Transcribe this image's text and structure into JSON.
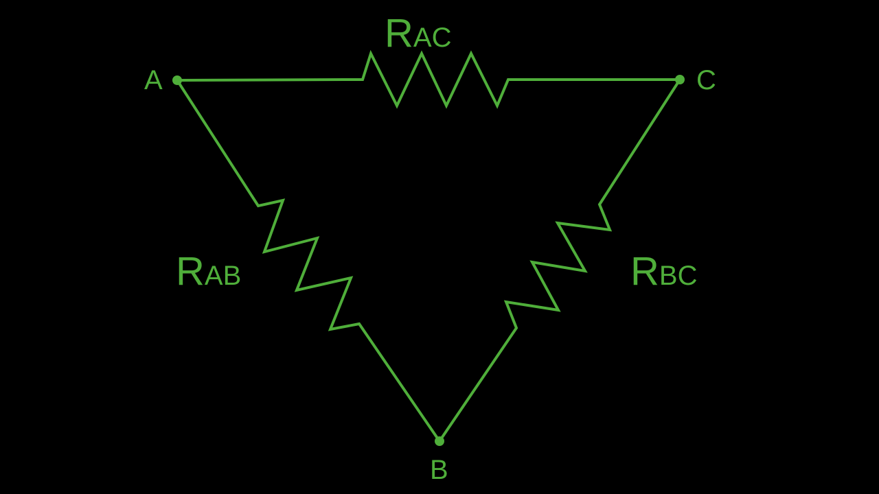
{
  "colors": {
    "background": "#000000",
    "stroke": "#4fae3a",
    "text": "#4fae3a"
  },
  "nodes": {
    "a": {
      "label": "A"
    },
    "b": {
      "label": "B"
    },
    "c": {
      "label": "C"
    }
  },
  "resistors": {
    "ac": {
      "symbol": "R",
      "subscript": "AC"
    },
    "ab": {
      "symbol": "R",
      "subscript": "AB"
    },
    "bc": {
      "symbol": "R",
      "subscript": "BC"
    }
  }
}
